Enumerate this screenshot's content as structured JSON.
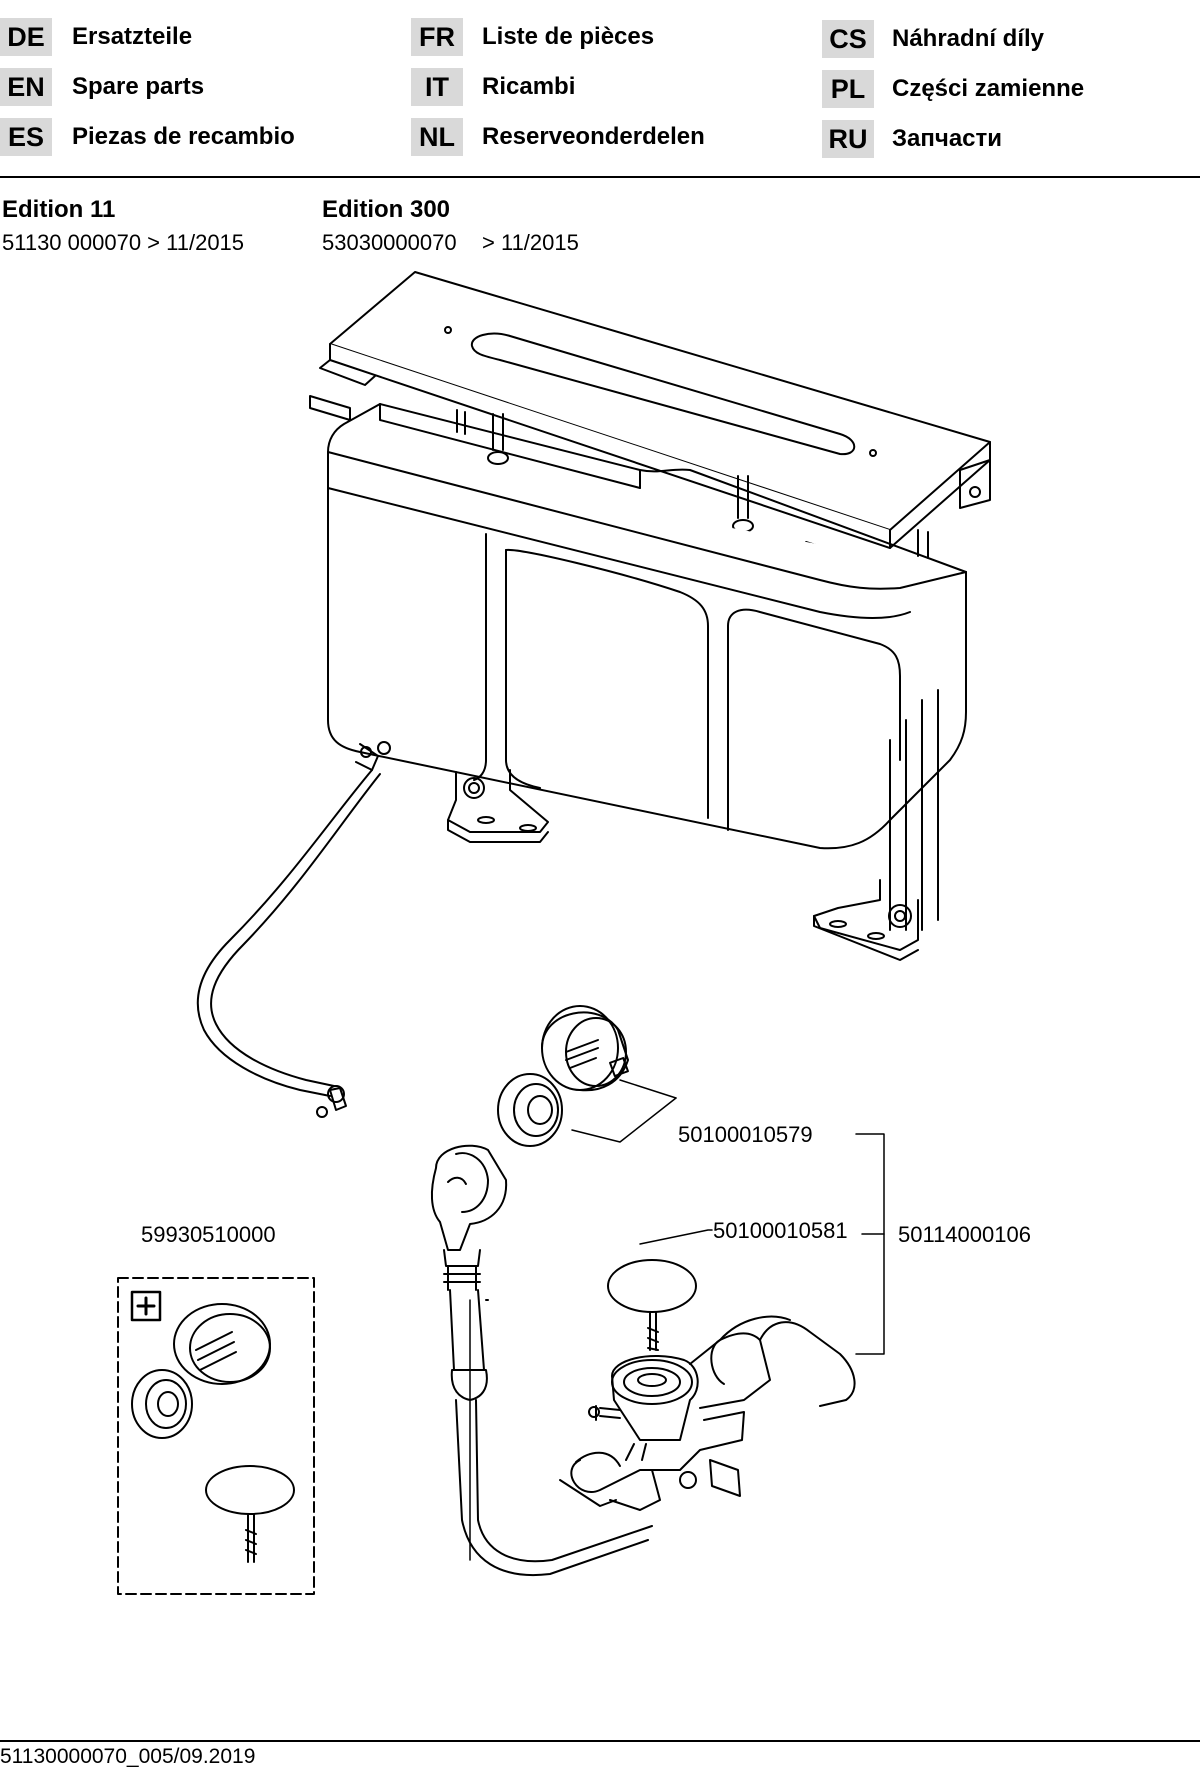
{
  "languages": [
    {
      "code": "DE",
      "name": "Ersatzteile"
    },
    {
      "code": "EN",
      "name": "Spare parts"
    },
    {
      "code": "ES",
      "name": "Piezas de recambio"
    },
    {
      "code": "FR",
      "name": "Liste de pièces"
    },
    {
      "code": "IT",
      "name": "Ricambi"
    },
    {
      "code": "NL",
      "name": "Reserveonderdelen"
    },
    {
      "code": "CS",
      "name": "Náhradní díly"
    },
    {
      "code": "PL",
      "name": "Części zamienne"
    },
    {
      "code": "RU",
      "name": "Запчасти"
    }
  ],
  "editions": [
    {
      "title": "Edition 11",
      "number": "51130 000070 > 11/2015"
    },
    {
      "title": "Edition 300",
      "number": "53030000070",
      "validity": "> 11/2015"
    }
  ],
  "parts": {
    "cover_set": "50100010579",
    "overflow_kit": "59930510000",
    "drain_plug": "50100010581",
    "waste_set": "50114000106"
  },
  "footer": {
    "document_code": "51130000070_005/09.2019"
  }
}
